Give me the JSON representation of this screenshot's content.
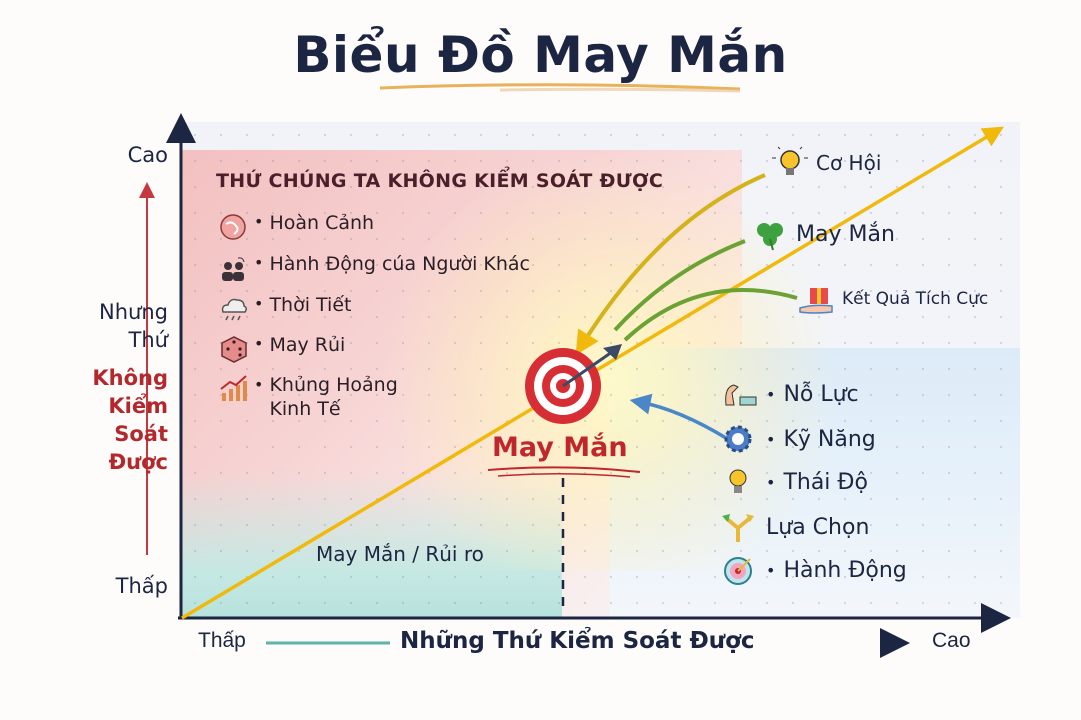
{
  "title": "Biểu Đồ May Mắn",
  "y_axis": {
    "high": "Cao",
    "low": "Thấp",
    "label_line1": "Nhưng",
    "label_line2": "Thứ",
    "label_red": [
      "Không",
      "Kiểm",
      "Soát",
      "Được"
    ]
  },
  "x_axis": {
    "low": "Thấp",
    "label": "Những Thứ Kiểm Soát Được",
    "high": "Cao"
  },
  "uncontrollable": {
    "heading": "THỨ CHÚNG TA KHÔNG KIỂM SOÁT ĐƯỢC",
    "items": [
      {
        "icon": "globe-icon",
        "label": "Hoàn Cảnh"
      },
      {
        "icon": "people-icon",
        "label": "Hành Động cúa Người Khác"
      },
      {
        "icon": "rain-cloud-icon",
        "label": "Thời Tiết"
      },
      {
        "icon": "dice-icon",
        "label": "May Rủi"
      },
      {
        "icon": "bar-chart-icon",
        "label": "Khủng Hoảng",
        "label2": "Kinh Tế"
      }
    ]
  },
  "inputs_top": [
    {
      "icon": "lightbulb-icon",
      "label": "Cơ Hội"
    },
    {
      "icon": "clover-icon",
      "label": "May Mắn"
    },
    {
      "icon": "gift-hand-icon",
      "label": "Kết Quả Tích Cực"
    }
  ],
  "controllable": {
    "items": [
      {
        "icon": "flexed-arm-icon",
        "label": "Nỗ Lực"
      },
      {
        "icon": "gear-icon",
        "label": "Kỹ Năng"
      },
      {
        "icon": "lightbulb-icon",
        "label": "Thái Độ"
      },
      {
        "icon": "branching-arrows-icon",
        "label": "Lựa Chọn"
      },
      {
        "icon": "target-icon",
        "label": "Hành Động"
      }
    ]
  },
  "center": {
    "icon": "bullseye-icon",
    "label": "May Mắn"
  },
  "risk_zone_label": "May Mắn / Rủi ro",
  "colors": {
    "navy": "#1c2541",
    "red": "#c0272d",
    "gold": "#f0b90b",
    "green": "#6aa233",
    "blue_arrow": "#4a86c8"
  }
}
